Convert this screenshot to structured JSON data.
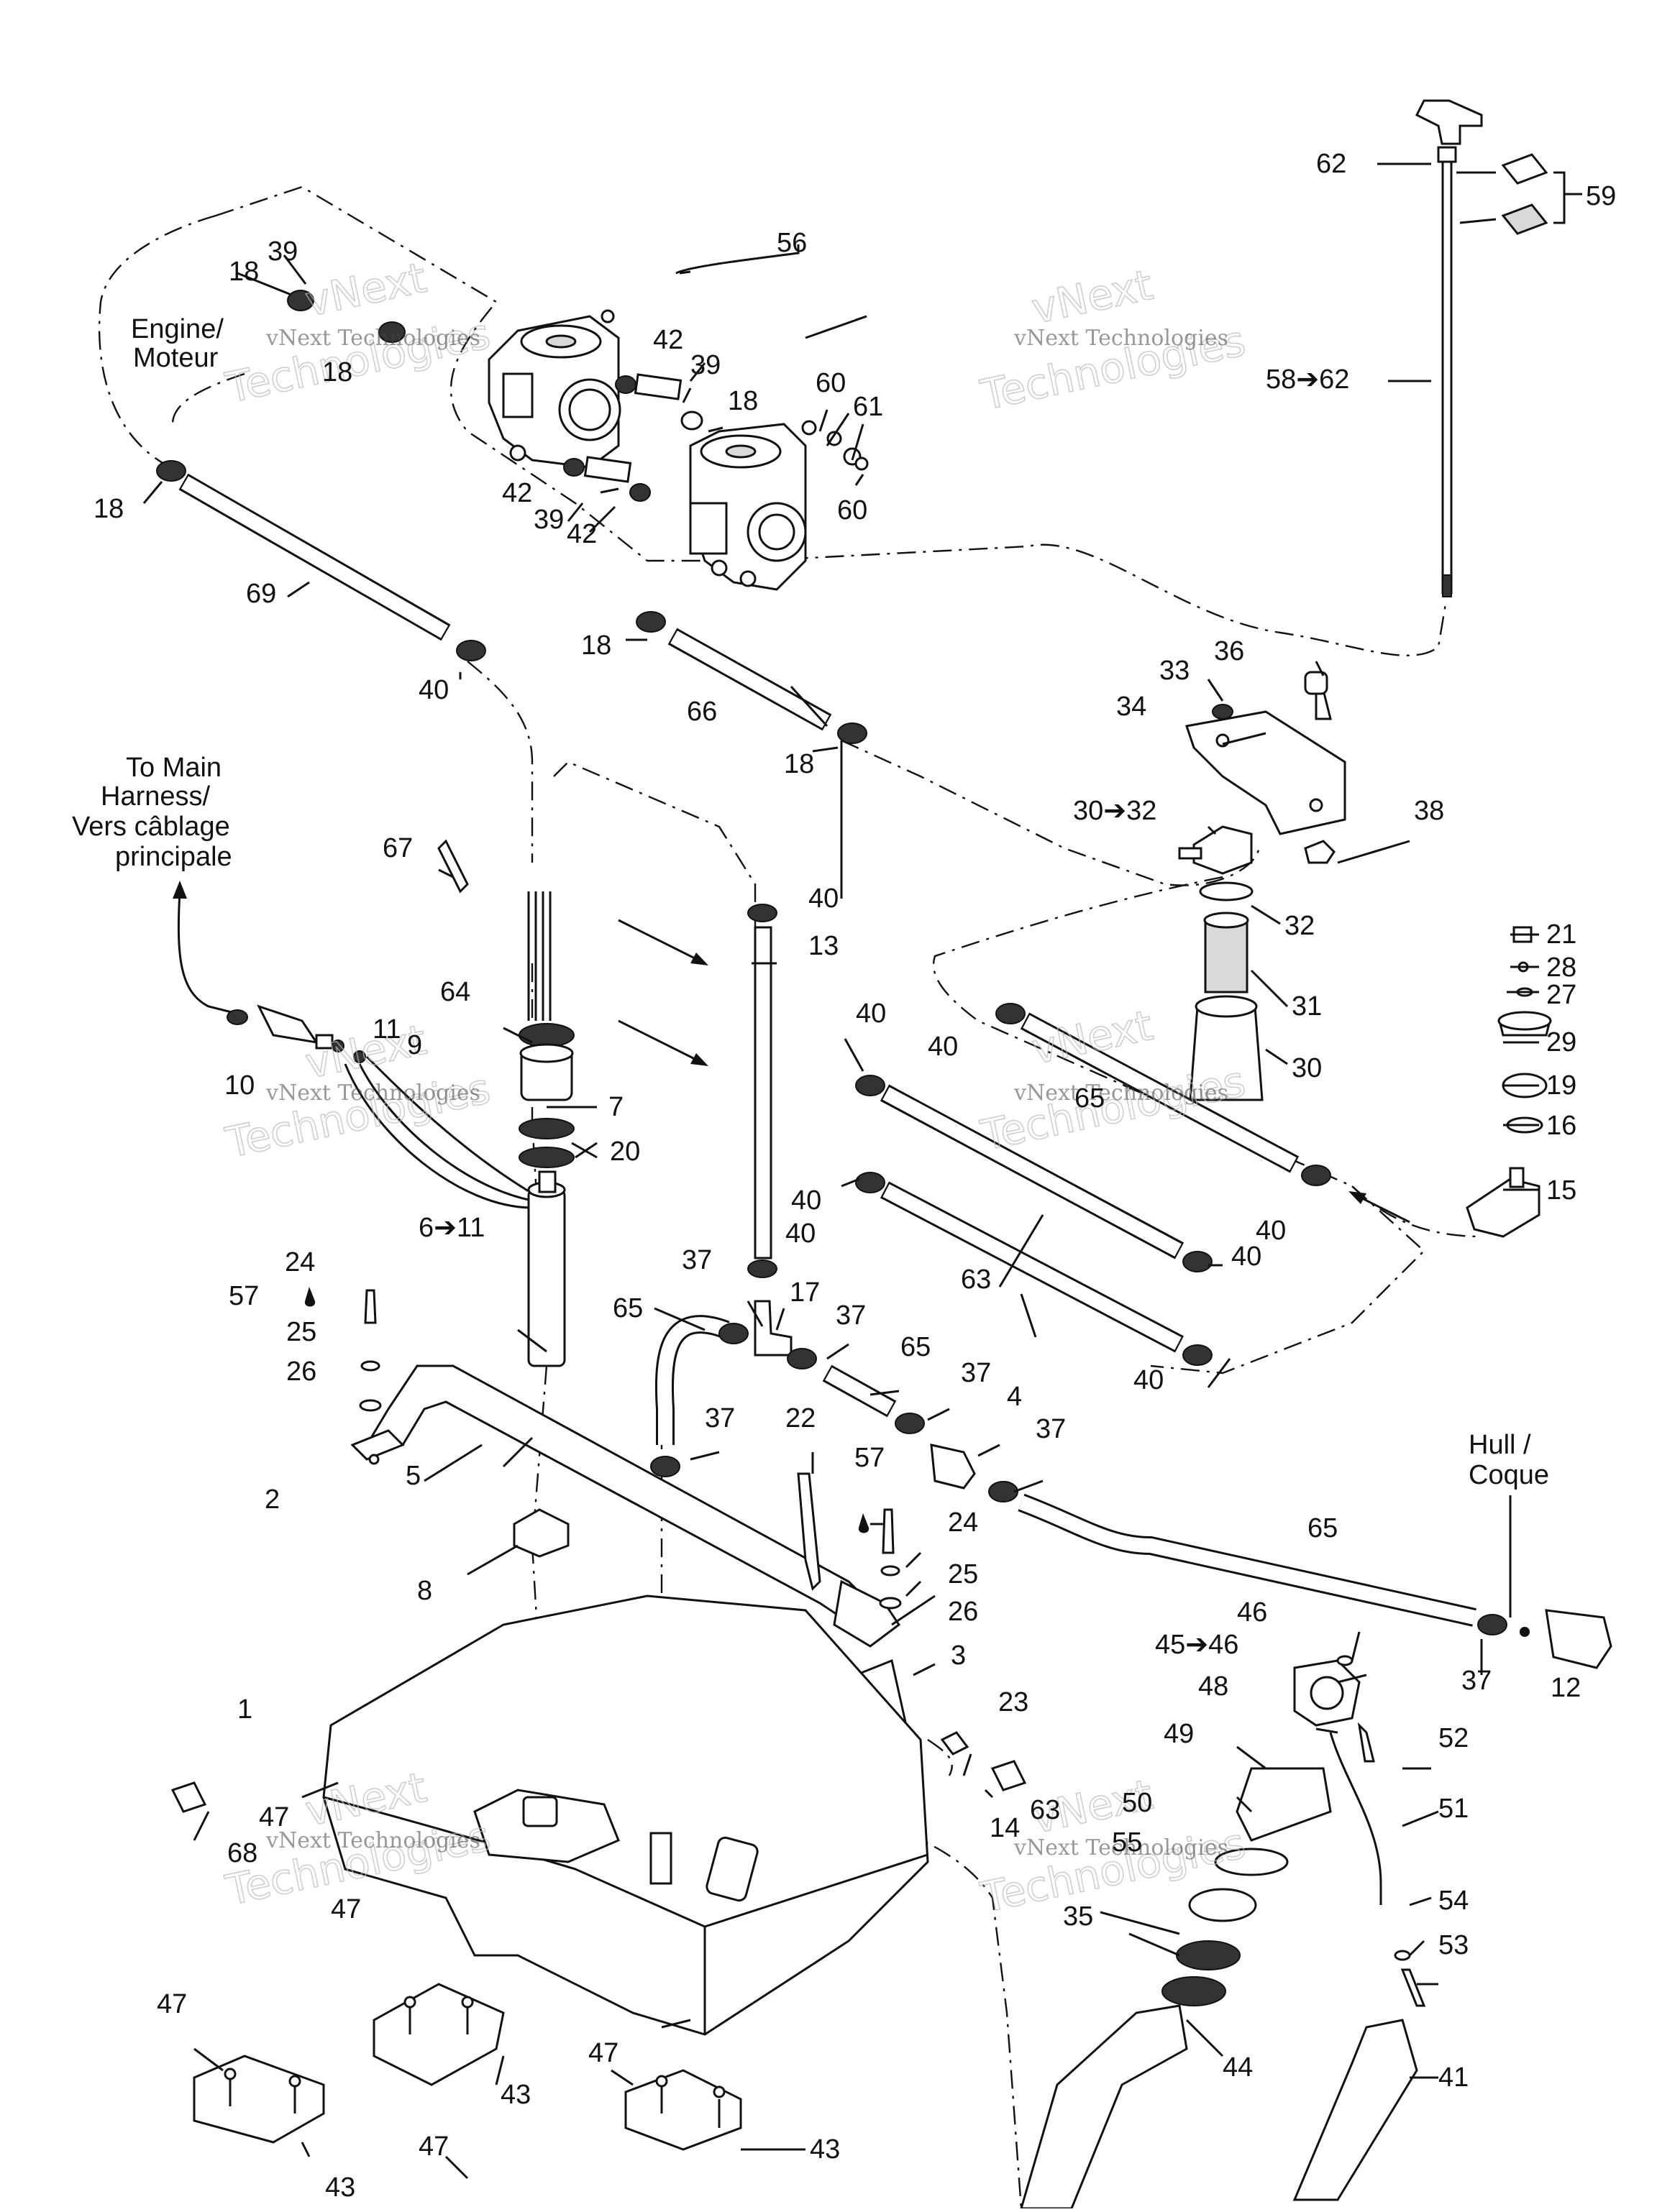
{
  "notes": {
    "engine": [
      "Engine/",
      "Moteur"
    ],
    "harness": [
      "To Main",
      "Harness/",
      "Vers câblage",
      "principale"
    ],
    "hull": [
      "Hull /",
      "Coque"
    ]
  },
  "watermark": {
    "small": "vNext Technologies",
    "big1": "vNext",
    "big2": "Technologies"
  },
  "labels": {
    "l62": "62",
    "l59": "59",
    "l58": "58➔62",
    "l56": "56",
    "l39a": "39",
    "l18a": "18",
    "l18b": "18",
    "l42a": "42",
    "l39b": "39",
    "l18c": "18",
    "l60a": "60",
    "l61": "61",
    "l60b": "60",
    "l42b": "42",
    "l39c": "39",
    "l42c": "42",
    "l18d": "18",
    "l69": "69",
    "l40a": "40",
    "l18e": "18",
    "l66": "66",
    "l18f": "18",
    "l36": "36",
    "l33": "33",
    "l34": "34",
    "l38": "38",
    "l3032": "30➔32",
    "l32": "32",
    "l31": "31",
    "l30": "30",
    "l21": "21",
    "l28": "28",
    "l27": "27",
    "l29": "29",
    "l19": "19",
    "l16": "16",
    "l15": "15",
    "l67": "67",
    "l40b": "40",
    "l13": "13",
    "l64": "64",
    "l11": "11",
    "l9": "9",
    "l10": "10",
    "l7": "7",
    "l20": "20",
    "l40c": "40",
    "l40d": "40",
    "l65a": "65",
    "l40e": "40",
    "l40f": "40",
    "l40g": "40",
    "l40h": "40",
    "l611": "6➔11",
    "l24a": "24",
    "l57a": "57",
    "l25a": "25",
    "l26a": "26",
    "l37a": "37",
    "l17": "17",
    "l37b": "37",
    "l65b": "65",
    "l37c": "37",
    "l4": "4",
    "l63": "63",
    "l40i": "40",
    "l5": "5",
    "l2": "2",
    "l37d": "37",
    "l37e": "37",
    "l22": "22",
    "l57b": "57",
    "l24b": "24",
    "l25b": "25",
    "l26b": "26",
    "l65c": "65",
    "l8": "8",
    "l3": "3",
    "l37f": "37",
    "l12": "12",
    "l46": "46",
    "l4546": "45➔46",
    "l48": "48",
    "l23": "23",
    "l1": "1",
    "l49": "49",
    "l52": "52",
    "l51": "51",
    "l47a": "47",
    "l68": "68",
    "l63b": "63",
    "l14": "14",
    "l50": "50",
    "l55": "55",
    "l54": "54",
    "l35": "35",
    "l53": "53",
    "l47b": "47",
    "l47c": "47",
    "l43a": "43",
    "l44": "44",
    "l41": "41",
    "l47d": "47",
    "l43b": "43",
    "l43c": "43",
    "l47e": "47"
  }
}
